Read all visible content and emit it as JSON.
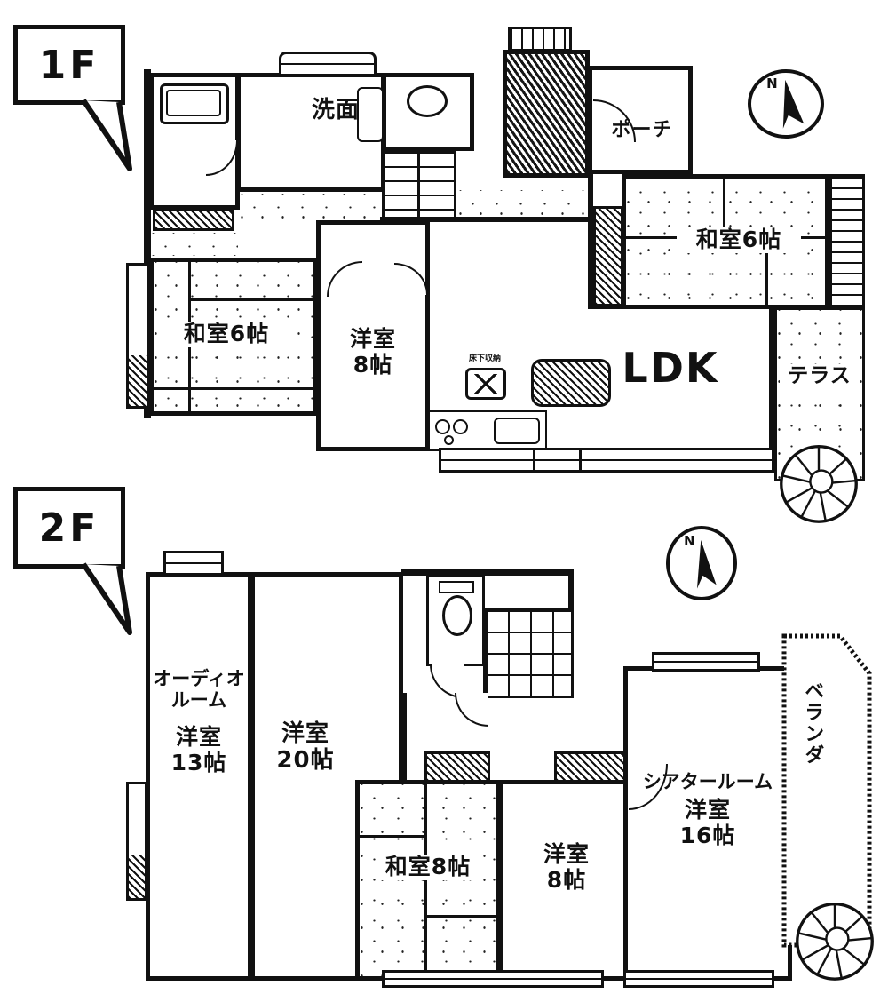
{
  "f1": {
    "bubble": "1F",
    "n": "N",
    "senmen": "洗面",
    "porch": "ポーチ",
    "washitsu6_r": "和室6帖",
    "washitsu6_l": "和室6帖",
    "yo8a": "洋室",
    "yo8b": "8帖",
    "yukashita": "床下収納",
    "ldk": "LDK",
    "terrace": "テラス"
  },
  "f2": {
    "bubble": "2F",
    "n": "N",
    "audio1": "オーディオ",
    "audio2": "ルーム",
    "audio3": "洋室",
    "audio4": "13帖",
    "yo20a": "洋室",
    "yo20b": "20帖",
    "washitsu8": "和室8帖",
    "yo8a": "洋室",
    "yo8b": "8帖",
    "th1": "シアタールーム",
    "th2": "洋室",
    "th3": "16帖",
    "veranda": "ベランダ"
  },
  "colors": {
    "ink": "#111111",
    "paper": "#ffffff"
  }
}
